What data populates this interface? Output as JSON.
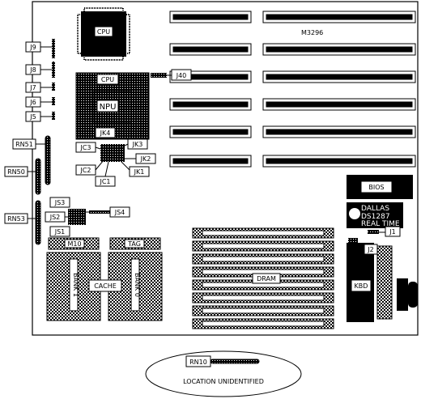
{
  "board": {
    "model": "M3296",
    "labels": {
      "cpu_top": "CPU",
      "cpu_socket": "CPU",
      "npu": "NPU",
      "bios": "BIOS",
      "dallas_line1": "DALLAS",
      "dallas_line2": "DS1287",
      "dallas_line3": "REAL TIME",
      "dram": "DRAM",
      "cache": "CACHE",
      "m10": "M10",
      "tag": "TAG",
      "kbd": "KBD",
      "bank1": "BANK 1",
      "bank0": "BANK 0"
    },
    "connectors": {
      "j9": "J9",
      "j8": "J8",
      "j7": "J7",
      "j6": "J6",
      "j5": "J5",
      "j40": "J40",
      "j1": "J1",
      "j2": "J2",
      "rn51": "RN51",
      "rn50": "RN50",
      "rn53": "RN53",
      "jk4": "JK4",
      "jc3": "JC3",
      "jk3": "JK3",
      "jc2": "JC2",
      "jk2": "JK2",
      "jk1": "JK1",
      "jc1": "JC1",
      "js3": "JS3",
      "js2": "JS2",
      "js4": "JS4",
      "js1": "JS1"
    }
  },
  "footer": {
    "rn10": "RN10",
    "caption": "LOCATION UNIDENTIFIED"
  }
}
